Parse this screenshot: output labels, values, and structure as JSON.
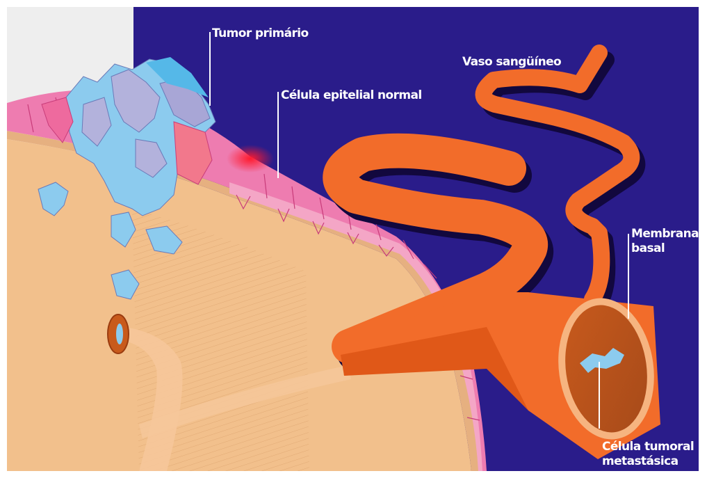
{
  "labels": {
    "primary_tumor": "Tumor primário",
    "normal_cell": "Célula epitelial normal",
    "blood_vessel": "Vaso sangüíneo",
    "basal_membrane_line1": "Membrana",
    "basal_membrane_line2": "basal",
    "metastatic_cell_line1": "Célula tumoral",
    "metastatic_cell_line2": "metastásica"
  },
  "colors": {
    "background_dark": "#2a1c8a",
    "background_light": "#eeeeee",
    "tissue": "#f2c08c",
    "epithelium_pink": "#ee7cb0",
    "epithelium_light": "#f4a6c6",
    "tumor_blue": "#8ccbee",
    "tumor_lavender": "#b3b2dc",
    "vessel_orange": "#f26c2a",
    "vessel_shadow": "#12083e",
    "label_text": "#ffffff"
  }
}
